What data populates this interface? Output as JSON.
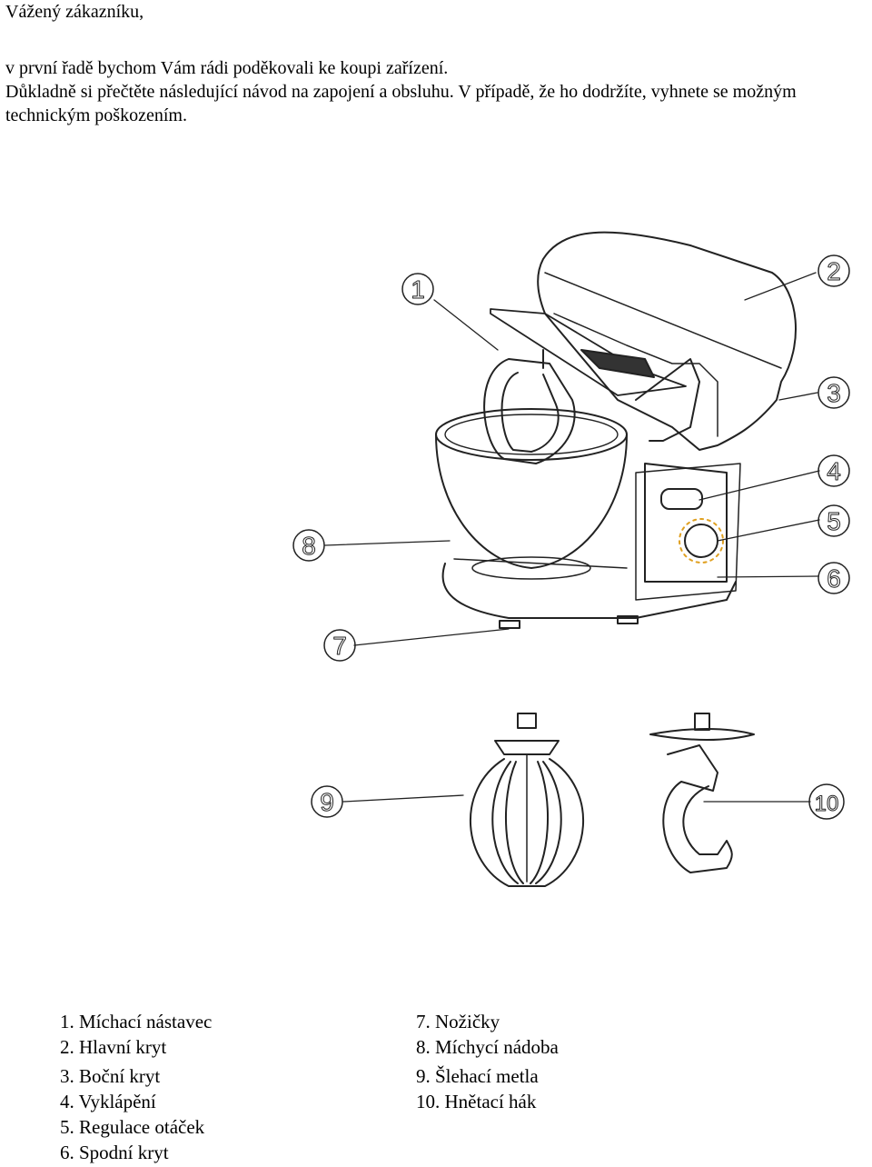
{
  "intro": {
    "greeting": "Vážený zákazníku,",
    "line1": "v první řadě bychom Vám rádi poděkovali ke koupi zařízení.",
    "line2": "Důkladně si přečtěte následující návod na zapojení a obsluhu. V případě, že ho dodržíte, vyhnete se možným technickým poškozením."
  },
  "callouts": [
    "1",
    "2",
    "3",
    "4",
    "5",
    "6",
    "7",
    "8",
    "9",
    "10"
  ],
  "legend": {
    "left": [
      "1. Míchací nástavec",
      "2. Hlavní kryt",
      "3. Boční kryt",
      "4. Vyklápění",
      "5. Regulace otáček",
      "6. Spodní kryt"
    ],
    "right": [
      "7. Nožičky",
      "8. Míchycí nádoba",
      "9. Šlehací metla",
      "10. Hnětací hák"
    ]
  }
}
